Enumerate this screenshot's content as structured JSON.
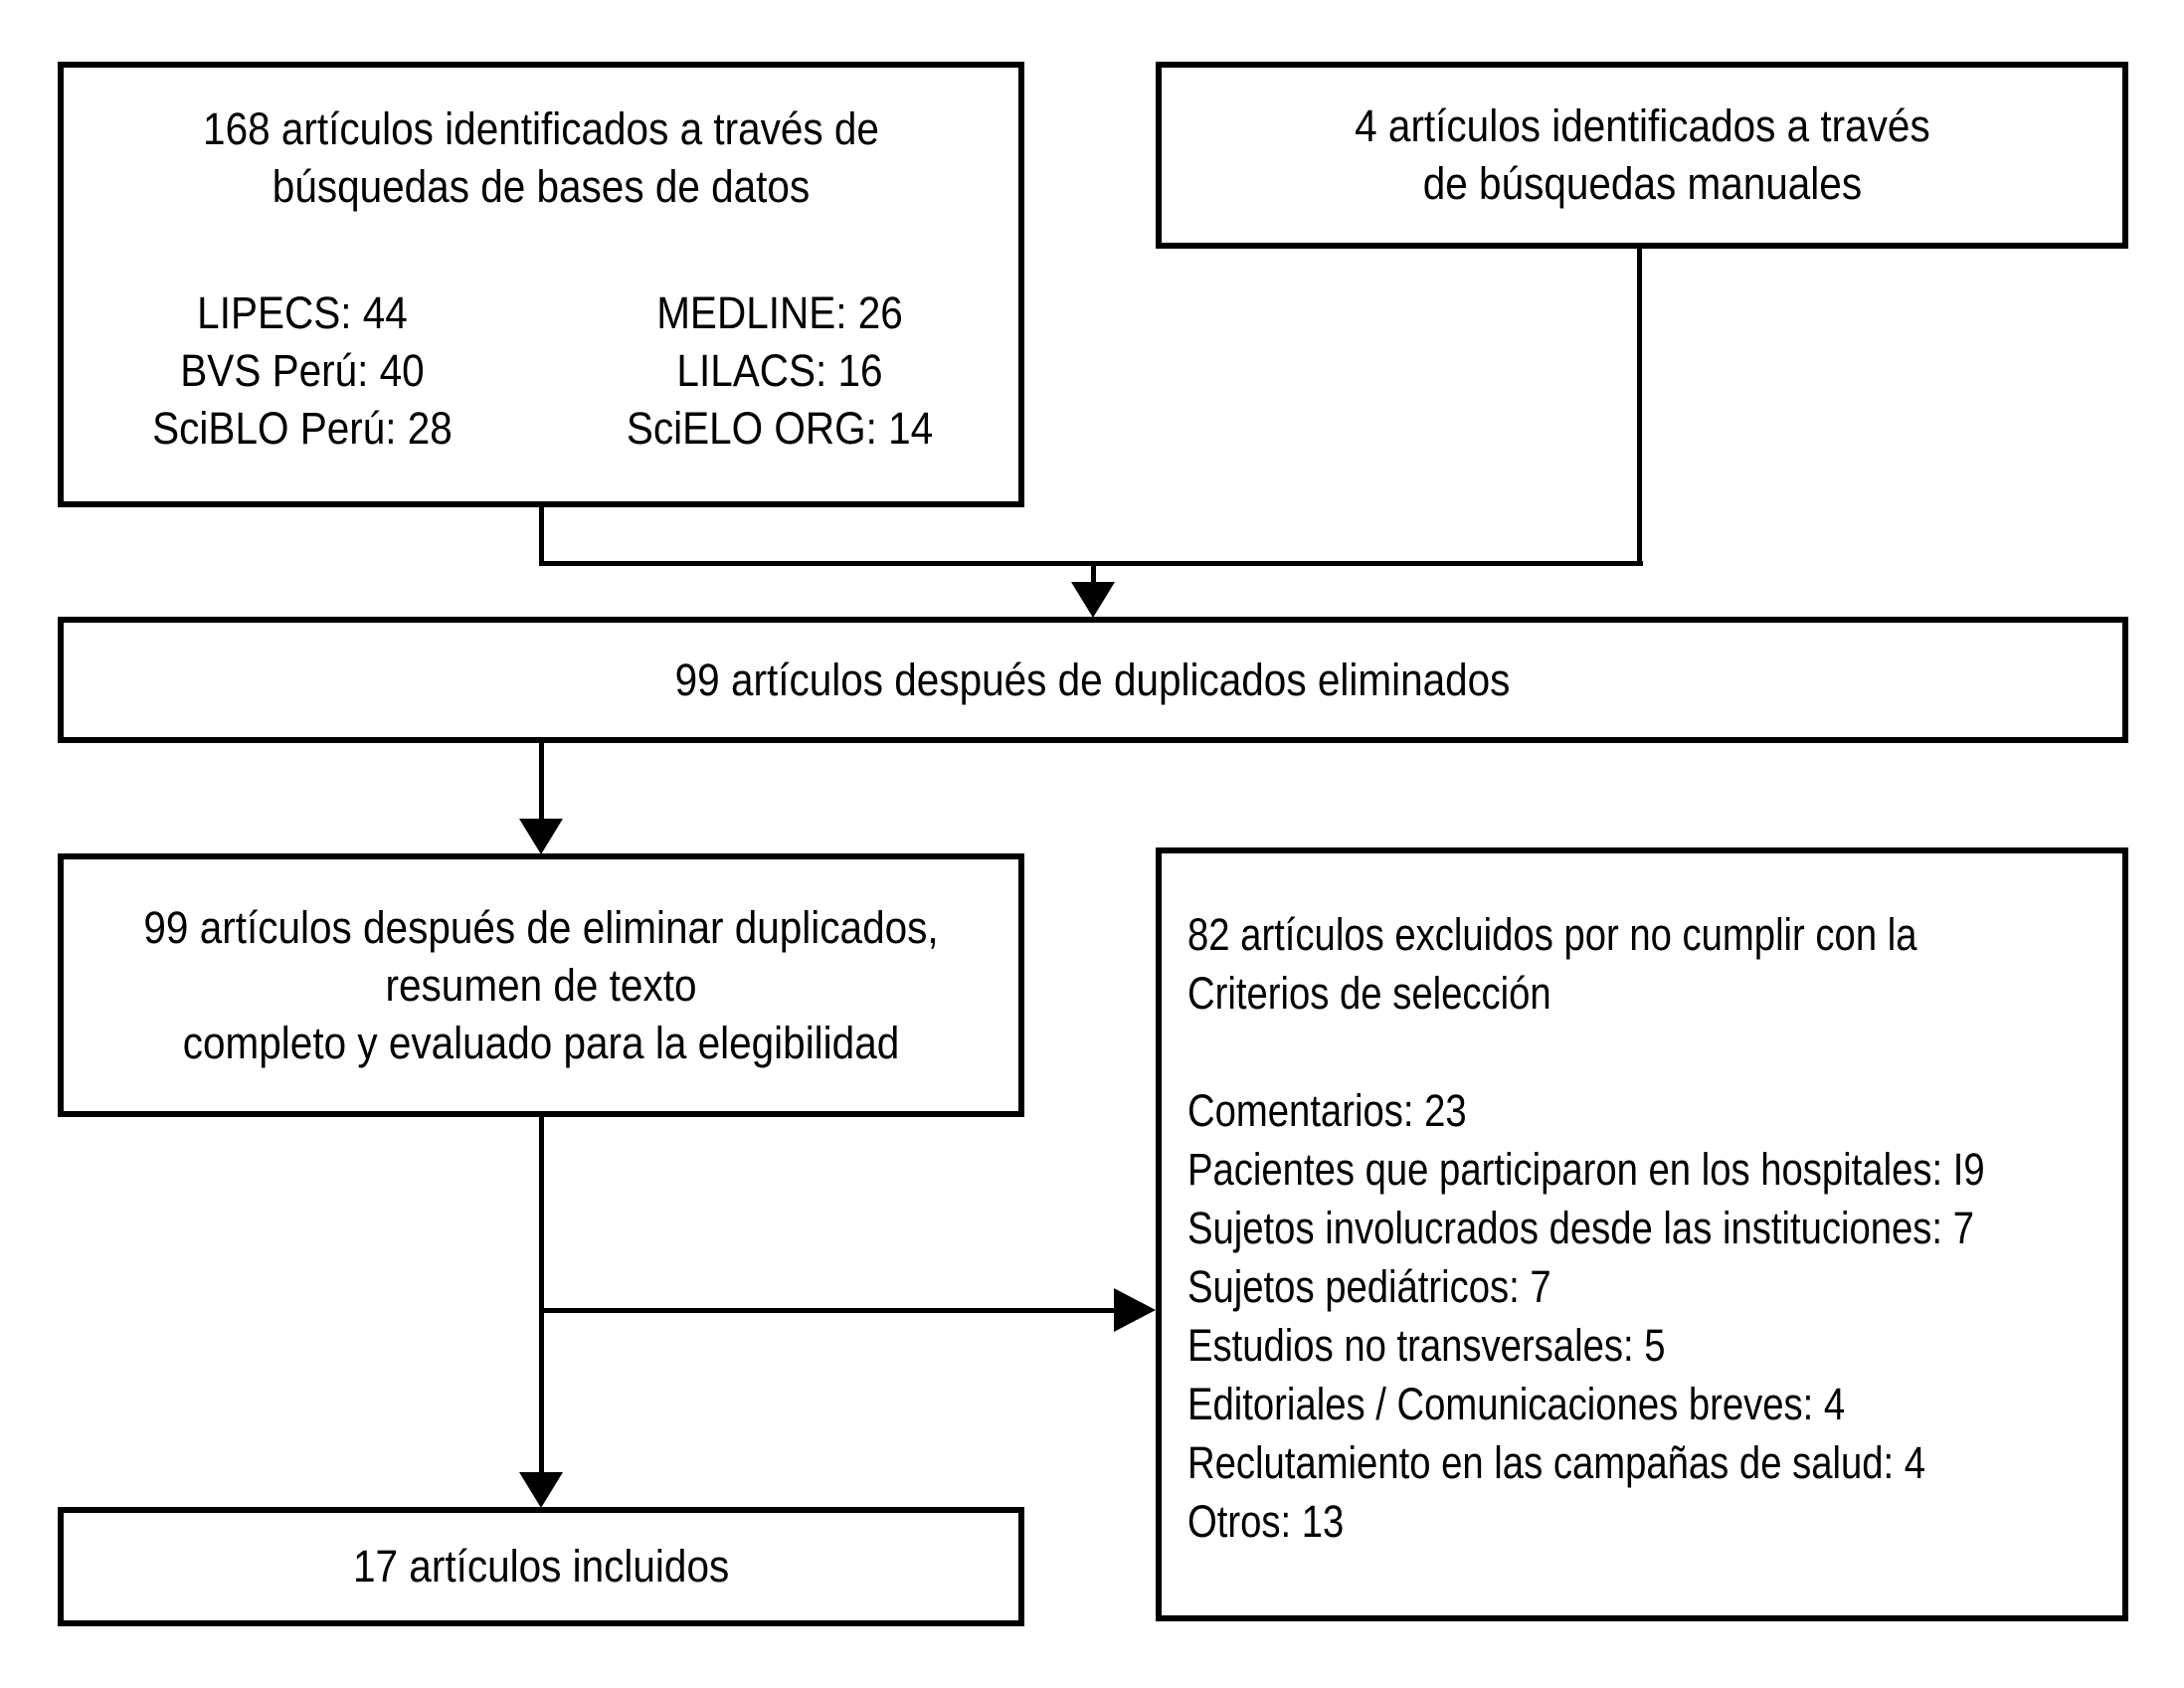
{
  "diagram": {
    "background_color": "#ffffff",
    "line_color": "#000000",
    "text_color": "#000000"
  },
  "boxes": {
    "database_search": {
      "title_lines": [
        "168 artículos identificados a través de",
        "búsquedas de bases de datos"
      ],
      "sources_left": [
        "LIPECS: 44",
        "BVS Perú: 40",
        "SciBLO Perú: 28"
      ],
      "sources_right": [
        "MEDLINE: 26",
        "LILACS: 16",
        "SciELO ORG: 14"
      ]
    },
    "manual_search": {
      "lines": [
        "4 artículos identificados a través",
        "de búsquedas manuales"
      ]
    },
    "deduplicated": {
      "text": "99 artículos después de duplicados eliminados"
    },
    "eligibility": {
      "lines": [
        "99 artículos después de eliminar duplicados,",
        "resumen de texto",
        "completo y evaluado para la elegibilidad"
      ]
    },
    "excluded": {
      "header_lines": [
        "82 artículos excluidos por no cumplir con la",
        "Criterios de selección"
      ],
      "reasons": [
        "Comentarios: 23",
        "Pacientes que participaron en los hospitales: I9",
        "Sujetos involucrados desde las instituciones: 7",
        "Sujetos pediátricos: 7",
        "Estudios no transversales: 5",
        "Editoriales / Comunicaciones breves: 4",
        "Reclutamiento en las campañas de salud: 4",
        "Otros: 13"
      ]
    },
    "included": {
      "text": "17 artículos incluidos"
    }
  }
}
